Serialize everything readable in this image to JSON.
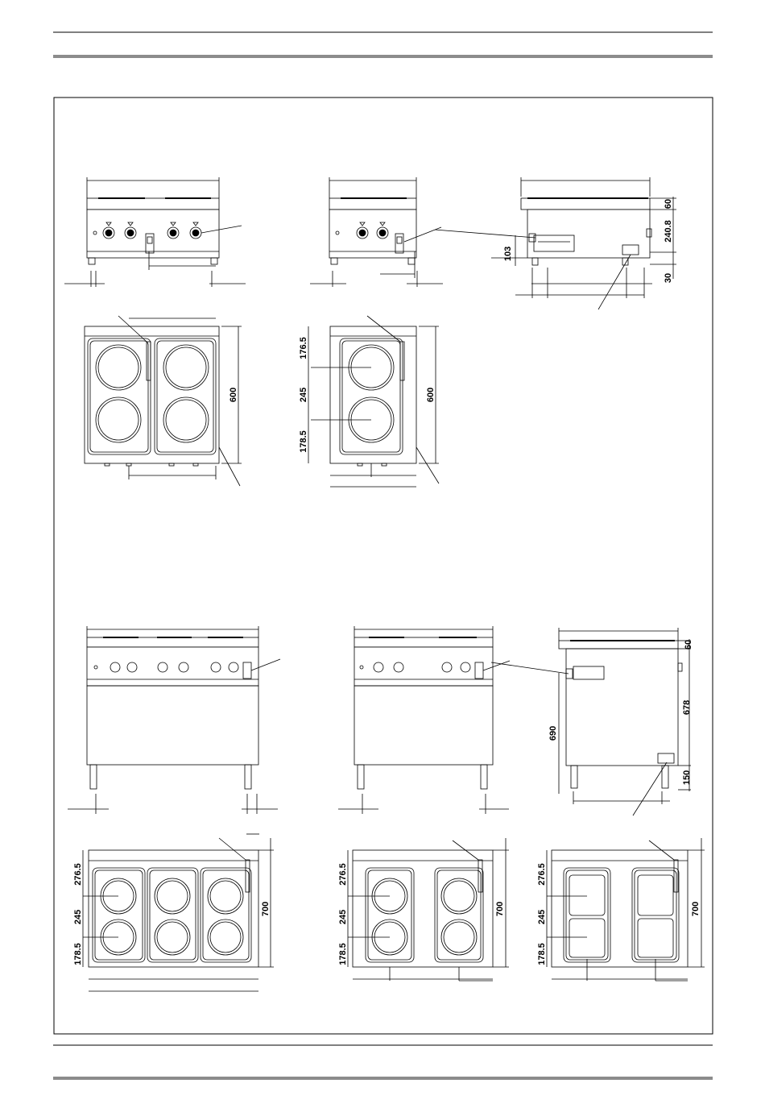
{
  "dimensions": {
    "top_depth_single": "600",
    "top_zone_rear_single": "176.5",
    "top_zone_mid_single": "245",
    "top_zone_front_single": "178.5",
    "side_top_height": "60",
    "side_mid_height": "240.8",
    "side_foot_height": "30",
    "side_connection_height": "103",
    "big_top_depth": "700",
    "big_zone_rear": "276.5",
    "big_zone_mid": "245",
    "big_zone_front": "178.5",
    "big_side_top": "60",
    "big_side_body": "678",
    "big_side_conn": "690",
    "big_side_foot": "150"
  },
  "colors": {
    "line": "#000000",
    "rule": "#8c8c8c",
    "panel": "#ffffff"
  }
}
